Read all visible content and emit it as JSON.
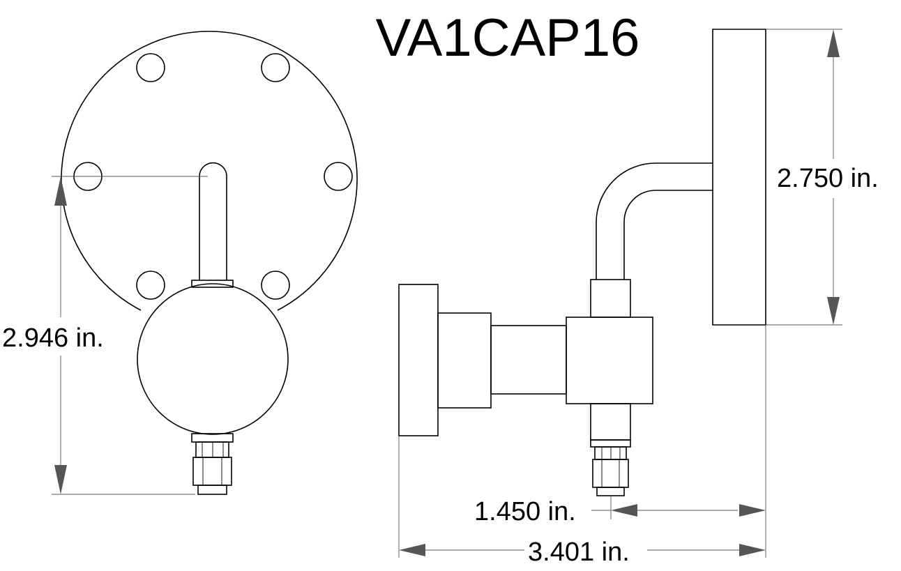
{
  "drawing": {
    "title": "VA1CAP16",
    "dimensions": {
      "height_front": "2.946 in.",
      "flange_height": "2.750 in.",
      "port_offset": "1.450 in.",
      "overall_length": "3.401 in."
    }
  }
}
